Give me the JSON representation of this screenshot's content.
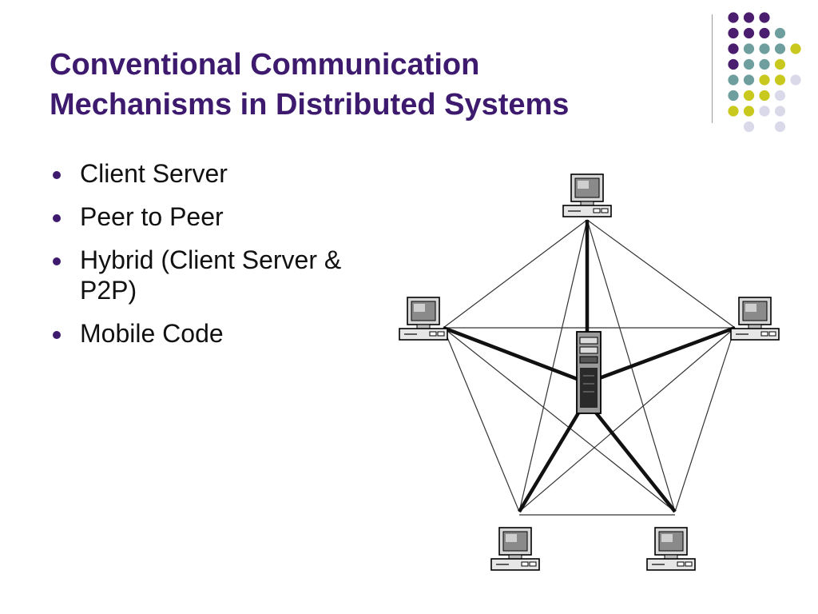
{
  "slide": {
    "title_line1": "Conventional Communication",
    "title_line2": "Mechanisms in Distributed Systems"
  },
  "bullets": [
    "Client Server",
    "Peer to Peer",
    "Hybrid (Client Server & P2P)",
    "Mobile Code"
  ],
  "colors": {
    "title": "#3d1a6e",
    "dot_purple": "#4b1d6e",
    "dot_teal": "#6e9e9e",
    "dot_yellow": "#c8c81e",
    "dot_lavender": "#d9d9ea"
  },
  "decoration": {
    "dot_grid_rows": [
      [
        "purple",
        "purple",
        "purple",
        "none",
        "none"
      ],
      [
        "purple",
        "purple",
        "purple",
        "teal",
        "none"
      ],
      [
        "purple",
        "teal",
        "teal",
        "teal",
        "yellow"
      ],
      [
        "purple",
        "teal",
        "teal",
        "yellow",
        "none"
      ],
      [
        "teal",
        "teal",
        "yellow",
        "yellow",
        "lavender"
      ],
      [
        "teal",
        "yellow",
        "yellow",
        "lavender",
        "none"
      ],
      [
        "yellow",
        "yellow",
        "lavender",
        "lavender",
        "none"
      ],
      [
        "none",
        "lavender",
        "none",
        "lavender",
        "none"
      ]
    ]
  },
  "diagram": {
    "description_icons": [
      "desktop-computer-icon",
      "server-tower-icon"
    ]
  }
}
